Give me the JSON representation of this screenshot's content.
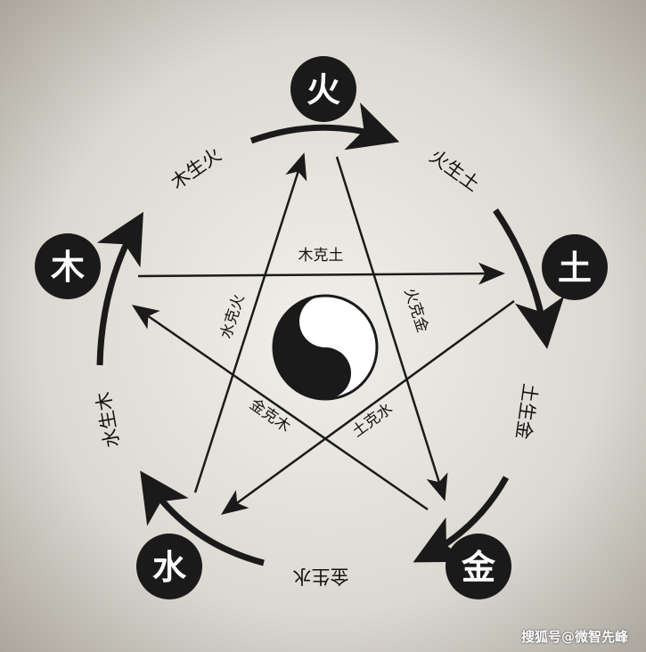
{
  "elements": {
    "fire": "火",
    "earth": "土",
    "metal": "金",
    "water": "水",
    "wood": "木"
  },
  "generating": {
    "wood_fire": "木生火",
    "fire_earth": "火生土",
    "earth_metal": "土生金",
    "metal_water": "金生水",
    "water_wood": "水生木"
  },
  "controlling": {
    "wood_earth": "木克土",
    "fire_metal": "火克金",
    "earth_water": "土克水",
    "metal_wood": "金克木",
    "water_fire": "水克火"
  },
  "watermark": "搜狐号@微智先峰",
  "colors": {
    "node_fill": "#1a1a1a",
    "node_text": "#ffffff",
    "arrow": "#1a1a1a",
    "background": "#e4e1db"
  }
}
